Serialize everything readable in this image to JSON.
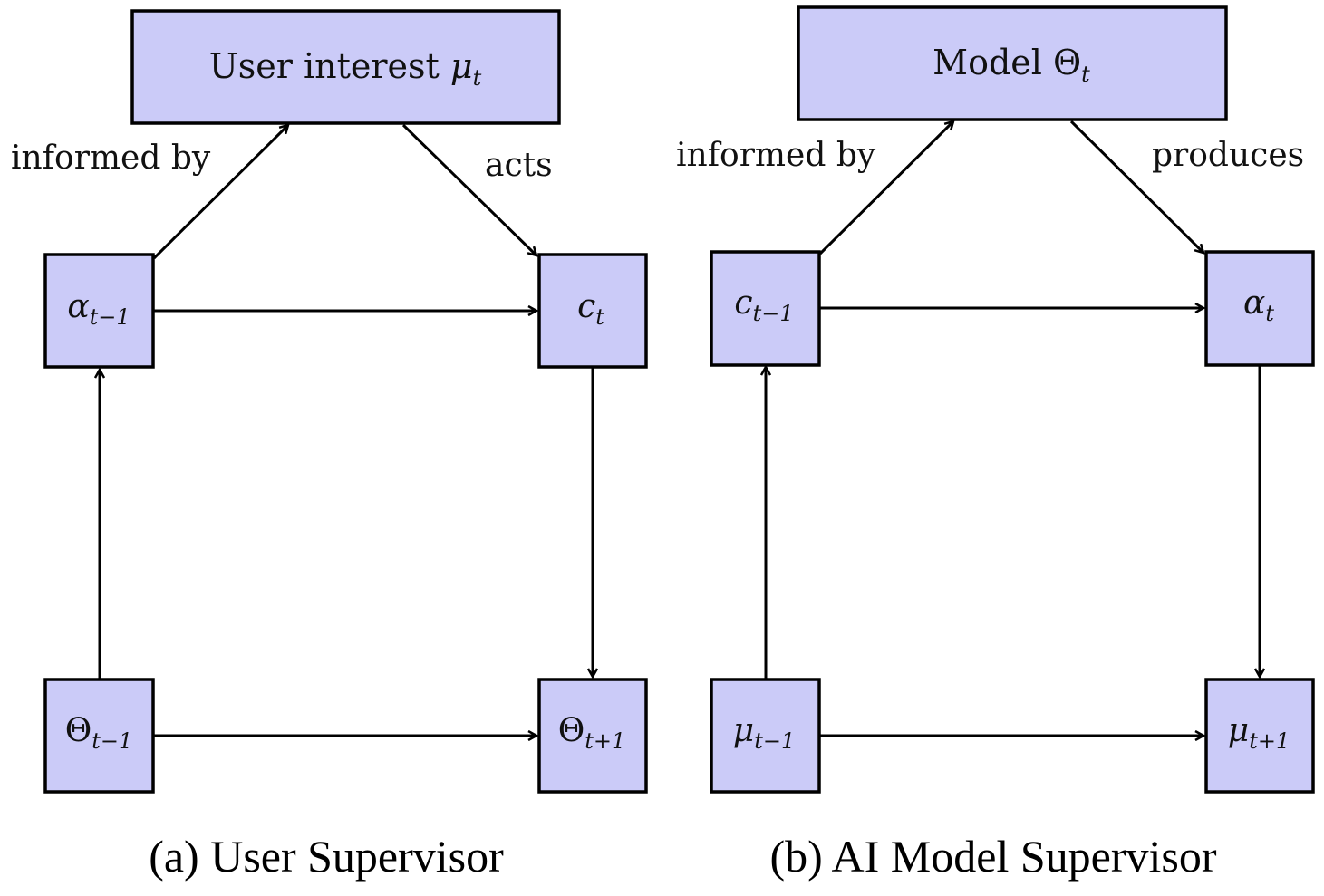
{
  "panels": {
    "a": {
      "top_node": {
        "text": "User interest ",
        "symbol": "μ",
        "sub": "t"
      },
      "left_mid": {
        "symbol": "α",
        "sub": "t−1"
      },
      "right_mid": {
        "symbol": "c",
        "sub": "t"
      },
      "left_bottom": {
        "symbol": "Θ",
        "sub": "t−1"
      },
      "right_bottom": {
        "symbol": "Θ",
        "sub": "t+1"
      },
      "edge_left_label": "informed by",
      "edge_right_label": "acts",
      "caption": "(a) User Supervisor"
    },
    "b": {
      "top_node": {
        "text": "Model ",
        "symbol": "Θ",
        "sub": "t"
      },
      "left_mid": {
        "symbol": "c",
        "sub": "t−1"
      },
      "right_mid": {
        "symbol": "α",
        "sub": "t"
      },
      "left_bottom": {
        "symbol": "μ",
        "sub": "t−1"
      },
      "right_bottom": {
        "symbol": "μ",
        "sub": "t+1"
      },
      "edge_left_label": "informed by",
      "edge_right_label": "produces",
      "caption": "(b) AI Model Supervisor"
    }
  },
  "colors": {
    "node_fill": "#cbcbf8",
    "stroke": "#000000"
  }
}
